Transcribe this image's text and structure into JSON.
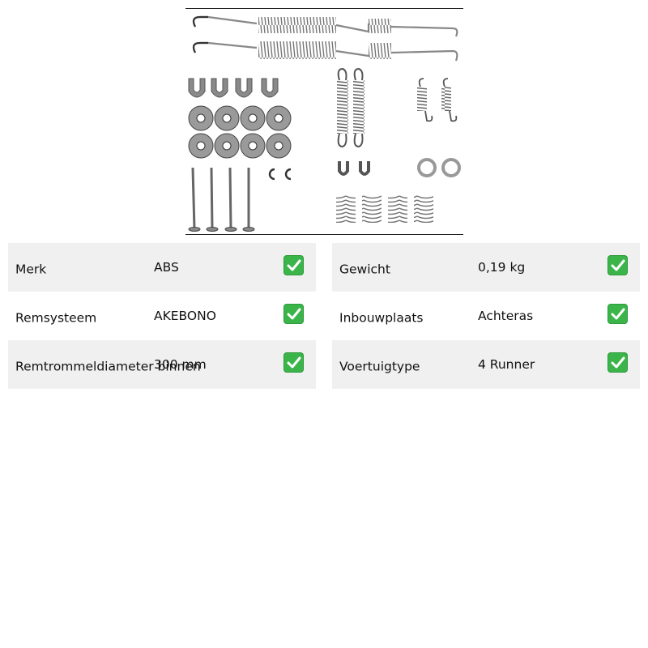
{
  "product_image": {
    "icon": "brake-drum-accessory-kit-image"
  },
  "specs_left": [
    {
      "label": "Merk",
      "value": "ABS",
      "checked": true
    },
    {
      "label": "Remsysteem",
      "value": "AKEBONO",
      "checked": true
    },
    {
      "label": "Remtrommeldiameter binnen",
      "value": "300 mm",
      "checked": true
    }
  ],
  "specs_right": [
    {
      "label": "Gewicht",
      "value": "0,19 kg",
      "checked": true
    },
    {
      "label": "Inbouwplaats",
      "value": "Achteras",
      "checked": true
    },
    {
      "label": "Voertuigtype",
      "value": "4 Runner",
      "checked": true
    }
  ],
  "colors": {
    "row_shade": "#f0f0f0",
    "check_green": "#3bb54a"
  }
}
